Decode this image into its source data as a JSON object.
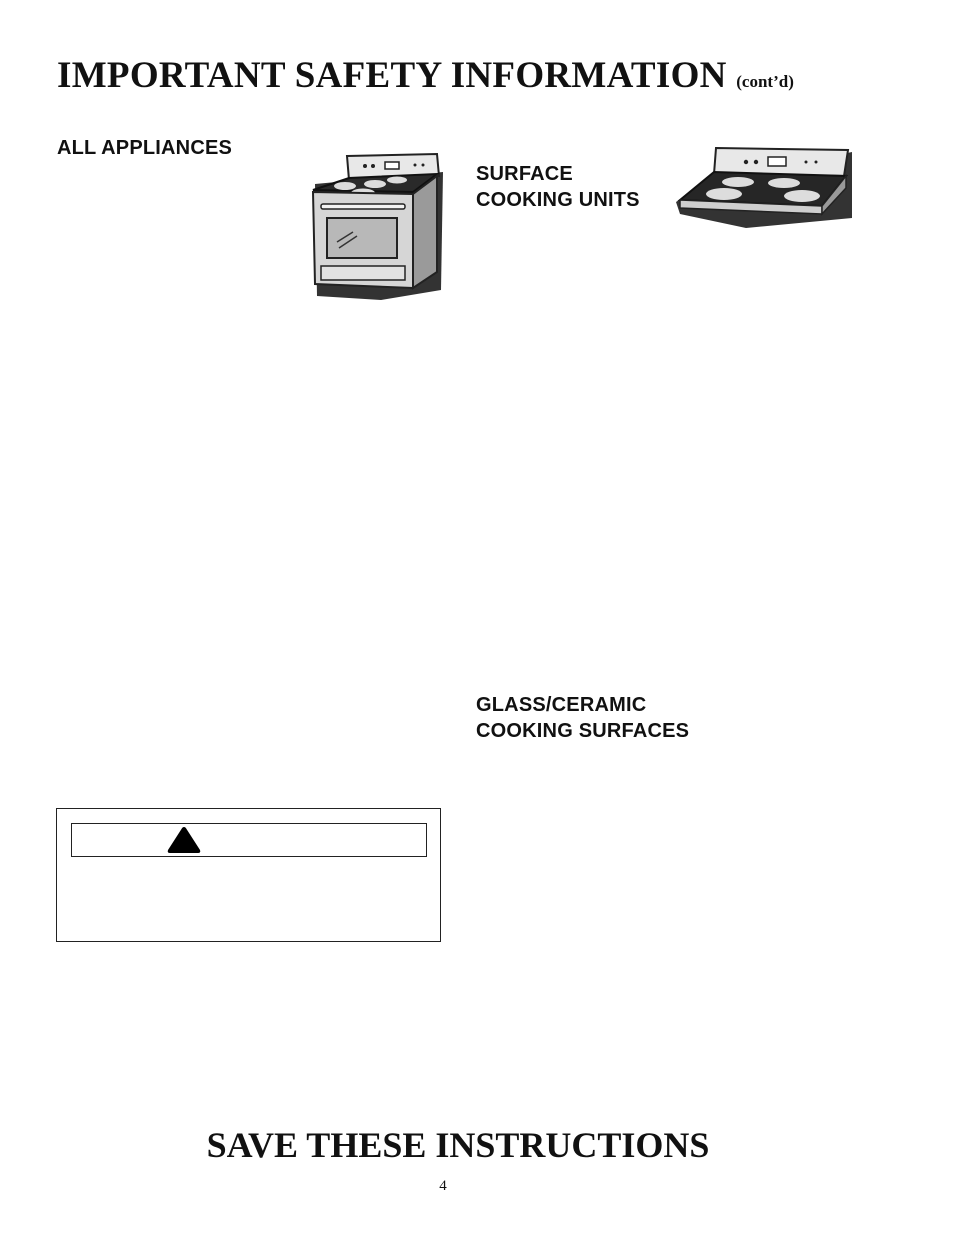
{
  "header": {
    "title": "IMPORTANT SAFETY INFORMATION",
    "contd": "(cont’d)"
  },
  "sections": {
    "all_appliances": {
      "heading": "ALL APPLIANCES"
    },
    "surface_units": {
      "heading_line1": "SURFACE",
      "heading_line2": "COOKING UNITS"
    },
    "glass_ceramic": {
      "heading_line1": "GLASS/CERAMIC",
      "heading_line2": "COOKING SURFACES"
    }
  },
  "icons": {
    "range": "freestanding-range-icon",
    "cooktop": "cooktop-icon",
    "warning": "warning-triangle-icon"
  },
  "footer": {
    "save_title": "SAVE THESE INSTRUCTIONS",
    "page_number": "4"
  }
}
